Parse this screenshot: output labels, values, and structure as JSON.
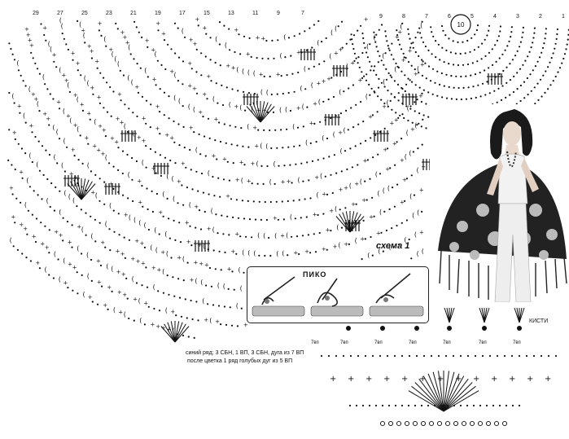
{
  "scheme_label": "схема 1",
  "picot": {
    "title": "ПИКО"
  },
  "tassels_label": "КИСТИ",
  "chain_labels": [
    "7вп",
    "7вп",
    "7вп",
    "7вп",
    "7вп",
    "7вп",
    "7вп"
  ],
  "notes": {
    "line1": "синий ряд: 3 СБН, 1 ВП, 3 СБН, дуга из 7 ВП",
    "line2": "после цветка 1 ряд голубых дуг из 5 ВП"
  },
  "row_numbers_left": [
    "29",
    "27",
    "25",
    "23",
    "21",
    "19",
    "17",
    "15",
    "13",
    "11",
    "9",
    "7"
  ],
  "row_numbers_right": [
    "1",
    "2",
    "3",
    "4",
    "5",
    "6",
    "7",
    "8",
    "9"
  ],
  "center_number": "10",
  "colors": {
    "ink": "#111111",
    "paper": "#ffffff"
  }
}
